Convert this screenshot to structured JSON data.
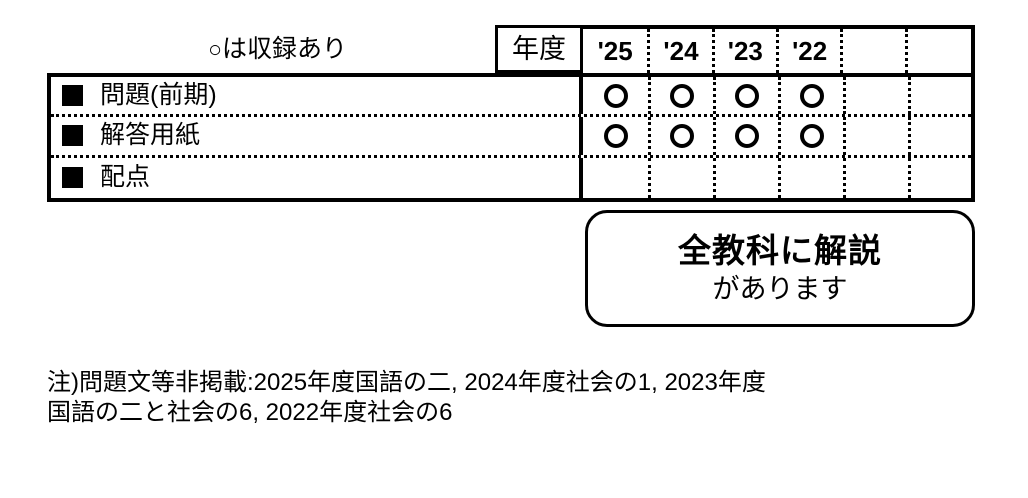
{
  "legend": {
    "circle_glyph": "○",
    "text": "は収録あり",
    "full_text": "○は収録あり"
  },
  "table": {
    "header_label": "年度",
    "year_columns": [
      "'25",
      "'24",
      "'23",
      "'22",
      "",
      ""
    ],
    "rows": [
      {
        "bullet": "filled-square",
        "label": "問題(前期)",
        "cells": [
          "○",
          "○",
          "○",
          "○",
          "",
          ""
        ]
      },
      {
        "bullet": "filled-square",
        "label": "解答用紙",
        "cells": [
          "○",
          "○",
          "○",
          "○",
          "",
          ""
        ]
      },
      {
        "bullet": "filled-square",
        "label": "配点",
        "cells": [
          "",
          "",
          "",
          "",
          "",
          ""
        ]
      }
    ]
  },
  "callout": {
    "line1": "全教科に解説",
    "line2": "があります"
  },
  "footnote": {
    "line1": "注)問題文等非掲載:2025年度国語の二, 2024年度社会の1, 2023年度",
    "line2": "国語の二と社会の6, 2022年度社会の6"
  },
  "colors": {
    "ink": "#000000",
    "paper": "#ffffff"
  }
}
